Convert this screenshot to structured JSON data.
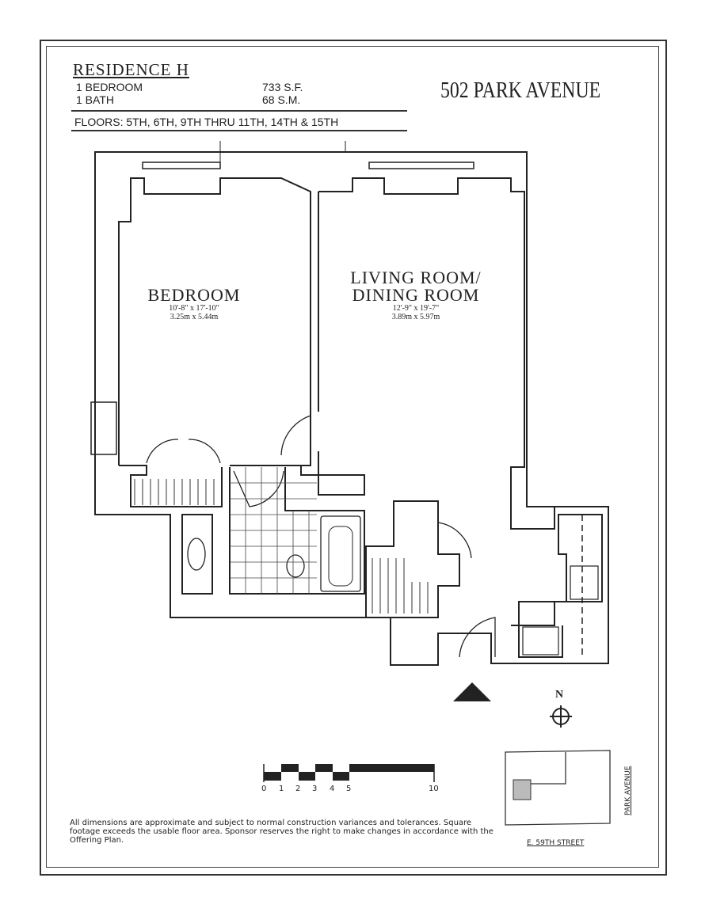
{
  "header": {
    "residence": "RESIDENCE H",
    "bedrooms": "1 BEDROOM",
    "baths": "1 BATH",
    "area_sf": "733 S.F.",
    "area_sm": "68 S.M.",
    "floors": "FLOORS: 5TH, 6TH, 9TH THRU 11TH, 14TH & 15TH",
    "address": "502 PARK AVENUE"
  },
  "rooms": [
    {
      "name": "BEDROOM",
      "dim_imperial": "10'-8\" x 17'-10\"",
      "dim_metric": "3.25m x 5.44m"
    },
    {
      "name_line1": "LIVING ROOM/",
      "name_line2": "DINING ROOM",
      "dim_imperial": "12'-9\" x 19'-7\"",
      "dim_metric": "3.89m x 5.97m"
    }
  ],
  "compass": {
    "label": "N"
  },
  "scale": {
    "ticks": [
      "0",
      "1",
      "2",
      "3",
      "4",
      "5",
      "10"
    ]
  },
  "keyplan": {
    "street_east": "PARK AVENUE",
    "street_south": "E. 59TH STREET"
  },
  "disclaimer": "All dimensions are approximate and subject to normal construction variances and tolerances. Square footage exceeds the usable floor area. Sponsor reserves the right to make changes in accordance with the Offering Plan."
}
